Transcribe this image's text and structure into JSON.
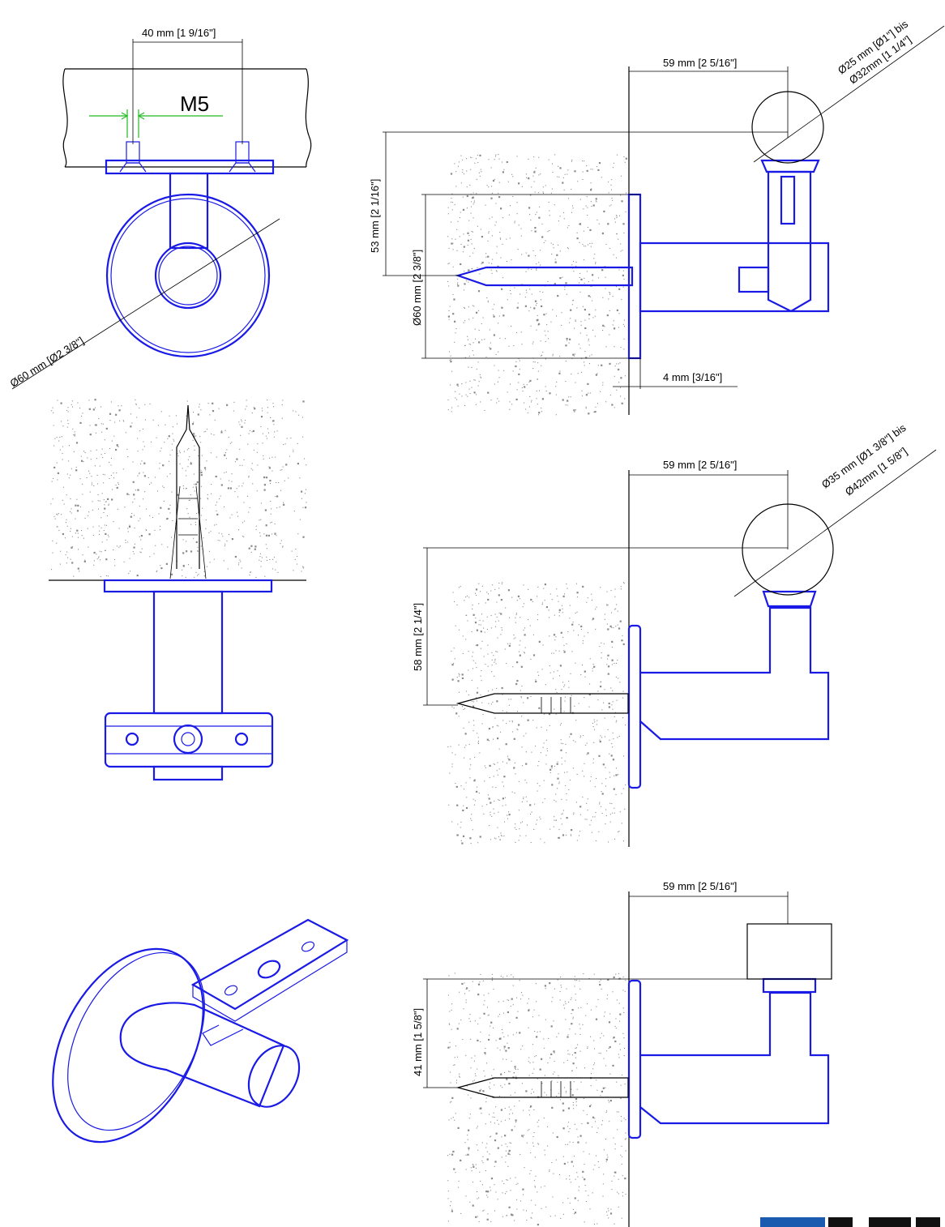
{
  "dimensions": {
    "top_left_width": "40 mm [1 9/16\"]",
    "thread": "M5",
    "plate_diameter": "Ø60 mm [Ø2 3/8\"]",
    "offset_top": "59 mm [2 5/16\"]",
    "offset_middle": "59 mm [2 5/16\"]",
    "offset_bottom": "59 mm [2 5/16\"]",
    "rail_dia_small_line1": "Ø25 mm [Ø1\"] bis",
    "rail_dia_small_line2": "Ø32mm [1 1/4\"]",
    "rail_dia_large_line1": "Ø35 mm [Ø1 3/8\"] bis",
    "rail_dia_large_line2": "Ø42mm [1 5/8\"]",
    "height_top": "53 mm [2 1/16\"]",
    "section_plate_dia": "Ø60 mm [2 3/8\"]",
    "plate_thickness": "4 mm [3/16\"]",
    "height_middle": "58 mm [2 1/4\"]",
    "height_bottom": "41 mm [1 5/8\"]"
  },
  "colors": {
    "part_stroke": "#1a1ae6",
    "dimension_stroke": "#000000",
    "thread_marker": "#22bb22",
    "concrete_speckle": "#8a8a8a"
  }
}
